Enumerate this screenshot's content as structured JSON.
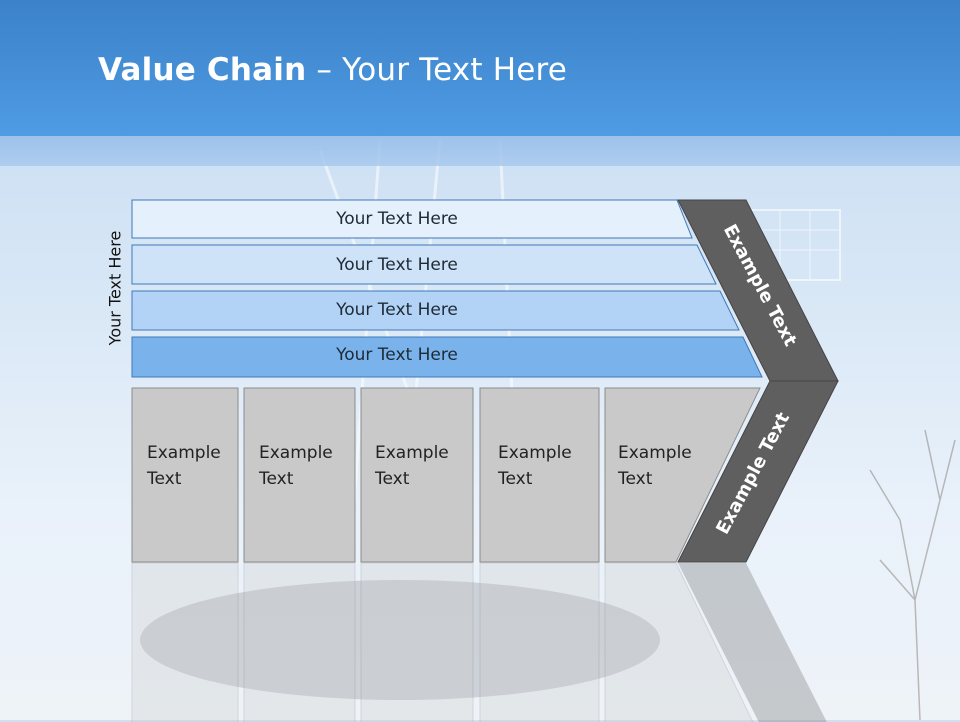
{
  "slide": {
    "title_bold": "Value Chain",
    "title_rest": " – Your Text Here"
  },
  "support": {
    "side_label": "Your Text Here",
    "rows": [
      "Your Text Here",
      "Your Text Here",
      "Your Text Here",
      "Your Text Here"
    ]
  },
  "primary": {
    "cells": [
      [
        "Example",
        "Text"
      ],
      [
        "Example",
        "Text"
      ],
      [
        "Example",
        "Text"
      ],
      [
        "Example",
        "Text"
      ],
      [
        "Example",
        "Text"
      ]
    ]
  },
  "chevron": {
    "upper_label": "Example Text",
    "lower_label": "Example Text"
  },
  "colors": {
    "header": "#4a94dd",
    "row_fills": [
      "#e4f0fc",
      "#cfe3f8",
      "#b2d3f5",
      "#7ab3eb"
    ],
    "cell_fill": "#c9c9c9",
    "chevron_fill": "#5f5f5f"
  }
}
